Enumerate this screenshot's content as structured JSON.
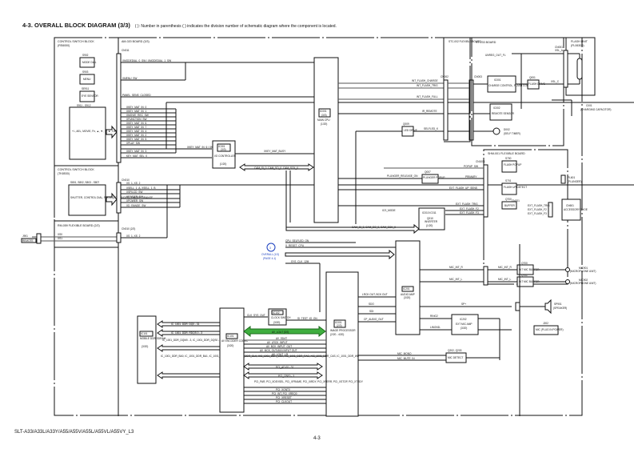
{
  "header": {
    "title": "4-3.  OVERALL BLOCK DIAGRAM (3/3)",
    "note": "( ): Number in parenthesis ( ) indicates the division number of schematic diagram where the component is located."
  },
  "footer": {
    "model": "SLT-A33/A33L/A33Y/A55/A55V/A55L/A55VL/A55VY_L3",
    "page": "4-3"
  },
  "blocks": {
    "control_switch_1": {
      "title": "CONTROL SWITCH BLOCK",
      "sub": "(RS6000)"
    },
    "mode_dial": {
      "ref": "S902",
      "label": "MODE DIAL"
    },
    "menu": {
      "ref": "S903",
      "label": "MENU"
    },
    "eye_sensor": {
      "ref": "SE911",
      "label": "EYE SENSOR"
    },
    "keys": {
      "ref": "S911 - S912",
      "label": "+/-, AEL, MOVIE, Fn, ▲, ▼, ◄, ►, DELETE"
    },
    "control_switch_2": {
      "title": "CONTROL SWITCH BLOCK",
      "sub": "(TK8530)",
      "refs": "S801, S802, S803 - S807",
      "label": "SHUTTER, CONTROL DIAL, FOCUS(LCD/FINDER), ON/OFF, DRANGE"
    },
    "rm_board": {
      "title": "RM-059 FLEXIBLE BOARD (2/2)"
    },
    "remote_jack": {
      "ref": "J901",
      "label": "REMOTE"
    },
    "am_board": {
      "title": "AM-020 BOARD (3/3)"
    },
    "main_cpu": {
      "ref": "IC001",
      "sub": "(3/3)",
      "label": "MAIN CPU",
      "loc": "(1/20)"
    },
    "io_controller": {
      "ref": "IC301",
      "sub": "(3/3)",
      "label": "I/O CONTROLLER",
      "loc": "(1/20)"
    },
    "led_drive": {
      "ref": "Q009",
      "label": "LED DRIVE"
    },
    "stc_board": {
      "title": "STC-002 FLEXIBLE BOARD"
    },
    "st_board": {
      "title": "ST-233 BOARD"
    },
    "charge_control": {
      "ref": "IC001",
      "label": "CHARGE CONTROL, FLASH CONTROL"
    },
    "flash_drive": {
      "ref": "Q001",
      "label": "FLASH DRIVE"
    },
    "remote_sensor": {
      "ref": "IC002",
      "label": "REMOTE SENSOR"
    },
    "self_timer_led": {
      "ref": "D002",
      "label": "(SELF TIMER)"
    },
    "flash_unit": {
      "title": "FLASH UNIT",
      "sub": "(FL06300)"
    },
    "charging_cap": {
      "ref": "C001",
      "label": "(CHARGING CAPACITOR)"
    },
    "shm_board": {
      "title": "SHM-001 FLEXIBLE BOARD"
    },
    "flash_popup": {
      "ref": "S700",
      "label": "FLASH POPUP"
    },
    "flash_up_detect": {
      "ref": "S701",
      "label": "FLASH UP DETECT"
    },
    "buffer": {
      "ref": "Q700",
      "label": "BUFFER"
    },
    "plunger_popup": {
      "ref": "Q007",
      "label": "PLUNGER POPUP"
    },
    "inverter": {
      "ref": "Q010",
      "refs": "IC010 IC011",
      "label": "INVERTER",
      "loc": "(1/20)"
    },
    "accessory_shoe": {
      "ref": "CN601",
      "label": "ACCESSORY SHOE"
    },
    "plunger": {
      "ref": "PL601",
      "label": "(PLUNGER)"
    },
    "overall_ref": {
      "num": "3",
      "label": "OVERALL (1/3)",
      "page": "(PAGE 4-1)"
    },
    "audio_amp": {
      "ref": "IC201",
      "label": "AUDIO AMP",
      "loc": "(3/20)"
    },
    "mic_buffer_r": {
      "ref": "Q700",
      "label": "INT MIC BUFFER"
    },
    "mic_buffer_l": {
      "ref": "Q701",
      "label": "INT MIC BUFFER"
    },
    "mic_r": {
      "ref": "MIC901",
      "label": "(MICROPHONE UNIT)"
    },
    "mic_l": {
      "ref": "MIC902",
      "label": "(MICROPHONE UNIT)"
    },
    "speaker": {
      "ref": "SP901",
      "label": "(SPEAKER)"
    },
    "ext_mic_amp": {
      "ref": "IC202",
      "label": "EXT MIC AMP",
      "loc": "(3/20)"
    },
    "mic_jack": {
      "ref": "J202",
      "label": "MIC (PLUG IN POWER)"
    },
    "mic_detect": {
      "ref": "Q202, Q203",
      "label": "MIC DETECT"
    },
    "ddr_sdram": {
      "ref": "IC101",
      "label": "MOBILE DDR SDRAM",
      "loc": "(3/20)"
    },
    "av_codec": {
      "ref": "IC101",
      "label": "AV ENCODER CODEC",
      "loc": "(3/20)"
    },
    "clock_switch": {
      "ref": "IC102",
      "label": "CLOCK SWITCH",
      "loc": "(3/20)"
    },
    "image_processor": {
      "ref": "IC001",
      "sub": "(2/3)",
      "label": "IMAGE PROCESSOR",
      "loc": "(2/20 - 4/20)"
    }
  },
  "connectors": {
    "cn011": "CN011",
    "cn010": "CN010",
    "cn010b": "CN010 (2/2)",
    "cn002": "CN002",
    "cn003": "CN003",
    "cn001": "CN001",
    "cn701": "CN701",
    "cn1001": "CN1001",
    "xsl": "XSL_A",
    "xsl2": "XSL_C"
  },
  "signals": {
    "left_top": [
      "XMODEDIAL_0_SW / XMODEDIAL_1_SW",
      "XMENU_SW",
      "PANEL_SENS_CLOSED",
      "XKEY_MAT_IN_0",
      "XKEY_MAT_IN_1",
      "XMOVIE_REC_SW",
      "XFUNCTION_SW",
      "XKEY_MAT_IN_6",
      "XKEY_MAT_IN_7",
      "XKEY_MAT_IN_4",
      "XKEY_MAT_IN_2",
      "XKEY_MAT_IN_5",
      "XPLAY_SW",
      "XKEY_MAT_IN_3",
      "KEY_MAT_SEL_0"
    ],
    "io_inputs": "XKEY_MAT_IN_6 / XKEY_MAT_IN_7",
    "io_ready": "XKEY_MAT_BUSY",
    "left_mid": [
      "XS_1, XS_2",
      "XSELL_1_A, XSELL_1_B",
      "XSFILCD_SW",
      "XFINDER_SW",
      "XPOWER_SW",
      "XD_RANGE_SW"
    ],
    "rm": [
      "XS_1, XS_2"
    ],
    "jack": [
      "XS0",
      "XS1"
    ],
    "cpu_bus": "CAM_SI_0, CAM_SO_0, CAM_SCK_0",
    "cpu_bus2": "CAM_SI_0, CAM_SO_0, CAM_SCK_0",
    "ics_mode": "ICS_MODE",
    "flash_right": [
      "INT_FLASH_CHARGE",
      "INT_FLASH_TRIG",
      "INT_FLASH_FULL",
      "IR_REMOTE",
      "SELFLED_K"
    ],
    "st": [
      "UNREG_OUT_FL",
      "XE_C"
    ],
    "shm": [
      "POPUP_SW",
      "PRIMARY",
      "EXT_FLASH_UP_SENS",
      "EXT_FLASH_TRIG",
      "EXT_FLASH_F2",
      "EXT_FLASH_F3"
    ],
    "plunger": "PLUNGER_RELEASE_ON",
    "shm_out": [
      "EXT_FLASH_TRIG",
      "EXT_FLASH_F2",
      "EXT_FLASH_F3"
    ],
    "overall": [
      "CPU_SELFLED_ON",
      "X_RESET_CPU",
      "CPU_SO_SB, CPU_SO_SB",
      "SYS_CLK_12M"
    ],
    "audio": [
      "MIC_INT_R",
      "MIC_INT_L",
      "SP+",
      "RING2",
      "LINGND-"
    ],
    "audio_right": [
      "MIC_INT_R",
      "MIC_INT_L"
    ],
    "mic_detect": [
      "MIC_MONO",
      "MIC_MUTE_IN"
    ],
    "imgproc": [
      "LRCK OUT, BCK OUT",
      "SDO",
      "SDI",
      "CP_AUDIO_OUT",
      "SI_TEST_IO_ON"
    ],
    "ddr": [
      "IC_1001_DDR_DQ0 - 31",
      "IC_1001_DDR_RDQS 0 - 3",
      "IC_1001_DDR_DQM0 - 3, IC_1001_DDR_DQS0 - 3",
      "IC_1001_DDR_BA0, IC_1001_DDR_BA1, IC_1001_DDR_CKE, IC_1001_DDR_CLK, XIC_1001_DDR_CS0, XIC_1001_DDR_RAS, XIC_1001_DDR_CAS, IC_1001_DDR_WE"
    ],
    "codec": [
      "CLK_SYS_OUT",
      "AV_LOUT [DS]",
      "AV_SDAT",
      "AV_LRCK_INPUT",
      "AV_BCK_INPUT_OUT",
      "AV_MCK, OUT/AVN INPUT OUT",
      "AV_LOUT_LR",
      "PCI_AD 00 - 31",
      "PCI_CBE0 - 3",
      "PCI_PAR, PCI_XDEVSEL, PCI_XFRAME, PCI_XIRDY, PCI_XPERR, PCI_XSTOP, PCI_XTRDY",
      "PCI_XGNT0",
      "PCI_INT, PCI_XREQ0",
      "PCI_XRESET",
      "PCI_CLKOUT"
    ]
  }
}
